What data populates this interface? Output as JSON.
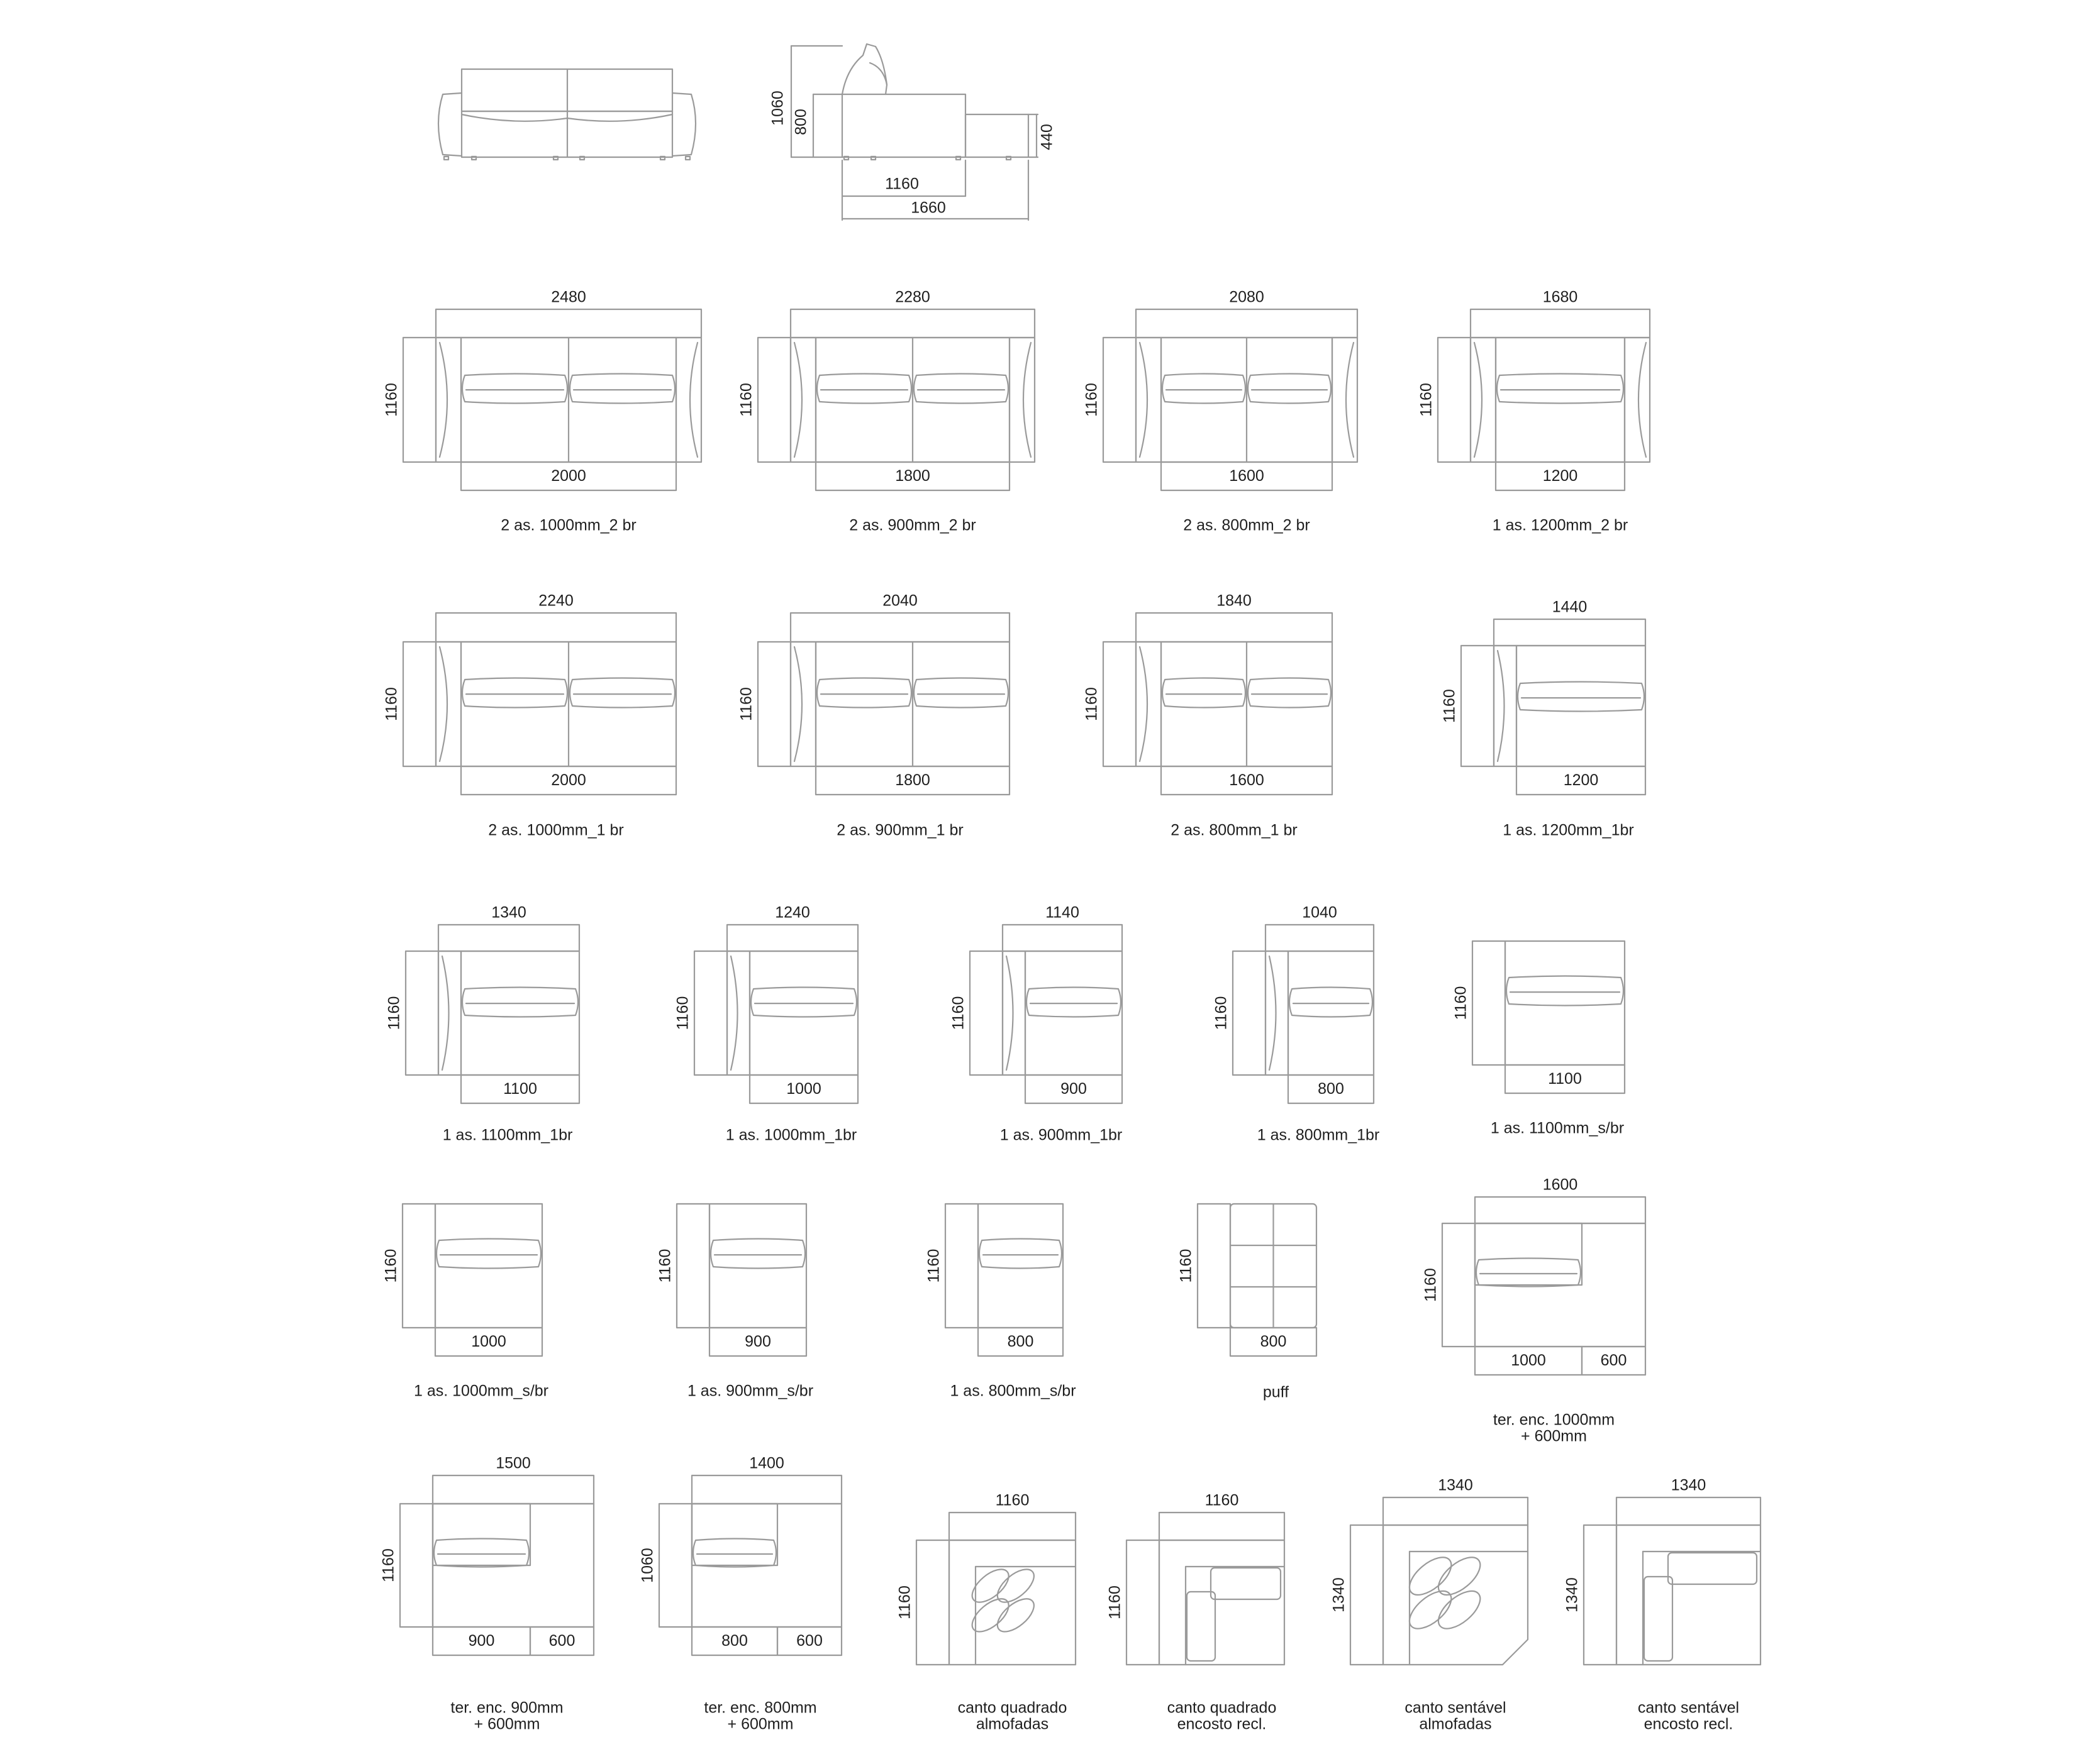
{
  "elevations": {
    "front": {},
    "side": {
      "dims": [
        "1060",
        "800",
        "440",
        "1160",
        "1660"
      ]
    }
  },
  "modules": [
    {
      "caption": [
        "2 as. 1000mm_2 br"
      ],
      "top": "2480",
      "side": "1160",
      "bottom": [
        "2000"
      ]
    },
    {
      "caption": [
        "2 as. 900mm_2 br"
      ],
      "top": "2280",
      "side": "1160",
      "bottom": [
        "1800"
      ]
    },
    {
      "caption": [
        "2 as. 800mm_2 br"
      ],
      "top": "2080",
      "side": "1160",
      "bottom": [
        "1600"
      ]
    },
    {
      "caption": [
        "1 as. 1200mm_2 br"
      ],
      "top": "1680",
      "side": "1160",
      "bottom": [
        "1200"
      ]
    },
    {
      "caption": [
        "2 as. 1000mm_1 br"
      ],
      "top": "2240",
      "side": "1160",
      "bottom": [
        "2000"
      ]
    },
    {
      "caption": [
        "2 as. 900mm_1 br"
      ],
      "top": "2040",
      "side": "1160",
      "bottom": [
        "1800"
      ]
    },
    {
      "caption": [
        "2 as. 800mm_1 br"
      ],
      "top": "1840",
      "side": "1160",
      "bottom": [
        "1600"
      ]
    },
    {
      "caption": [
        "1 as. 1200mm_1br"
      ],
      "top": "1440",
      "side": "1160",
      "bottom": [
        "1200"
      ]
    },
    {
      "caption": [
        "1 as. 1100mm_1br"
      ],
      "top": "1340",
      "side": "1160",
      "bottom": [
        "1100"
      ]
    },
    {
      "caption": [
        "1 as. 1000mm_1br"
      ],
      "top": "1240",
      "side": "1160",
      "bottom": [
        "1000"
      ]
    },
    {
      "caption": [
        "1 as. 900mm_1br"
      ],
      "top": "1140",
      "side": "1160",
      "bottom": [
        "900"
      ]
    },
    {
      "caption": [
        "1 as. 800mm_1br"
      ],
      "top": "1040",
      "side": "1160",
      "bottom": [
        "800"
      ]
    },
    {
      "caption": [
        "1 as. 1100mm_s/br"
      ],
      "top": "",
      "side": "1160",
      "bottom": [
        "1100"
      ]
    },
    {
      "caption": [
        "1 as. 1000mm_s/br"
      ],
      "top": "",
      "side": "1160",
      "bottom": [
        "1000"
      ]
    },
    {
      "caption": [
        "1 as. 900mm_s/br"
      ],
      "top": "",
      "side": "1160",
      "bottom": [
        "900"
      ]
    },
    {
      "caption": [
        "1 as. 800mm_s/br"
      ],
      "top": "",
      "side": "1160",
      "bottom": [
        "800"
      ]
    },
    {
      "caption": [
        "puff"
      ],
      "top": "",
      "side": "1160",
      "bottom": [
        "800"
      ]
    },
    {
      "caption": [
        "ter. enc. 1000mm",
        "+ 600mm"
      ],
      "top": "1600",
      "side": "1160",
      "bottom": [
        "1000",
        "600"
      ]
    },
    {
      "caption": [
        "ter. enc. 900mm",
        "+ 600mm"
      ],
      "top": "1500",
      "side": "1160",
      "bottom": [
        "900",
        "600"
      ]
    },
    {
      "caption": [
        "ter. enc. 800mm",
        "+ 600mm"
      ],
      "top": "1400",
      "side": "1060",
      "bottom": [
        "800",
        "600"
      ]
    },
    {
      "caption": [
        "canto quadrado",
        "almofadas"
      ],
      "top": "1160",
      "side": "1160",
      "bottom": []
    },
    {
      "caption": [
        "canto quadrado",
        "encosto recl."
      ],
      "top": "1160",
      "side": "1160",
      "bottom": []
    },
    {
      "caption": [
        "canto sentável",
        "almofadas"
      ],
      "top": "1340",
      "side": "1340",
      "bottom": []
    },
    {
      "caption": [
        "canto sentável",
        "encosto recl."
      ],
      "top": "1340",
      "side": "1340",
      "bottom": []
    }
  ]
}
